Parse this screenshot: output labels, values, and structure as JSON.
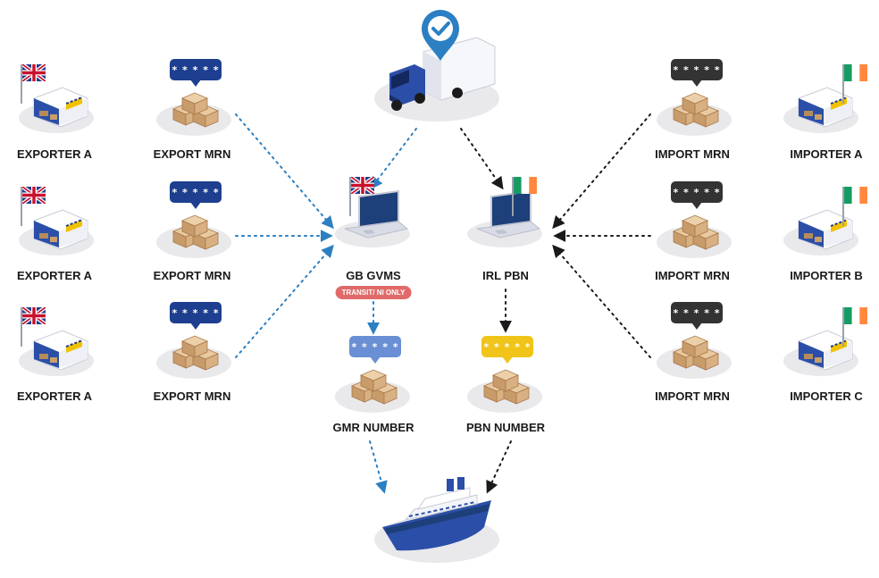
{
  "exporters": [
    {
      "label": "EXPORTER A"
    },
    {
      "label": "EXPORTER A"
    },
    {
      "label": "EXPORTER A"
    }
  ],
  "export_mrns": [
    {
      "label": "EXPORT MRN",
      "code": "*****"
    },
    {
      "label": "EXPORT MRN",
      "code": "*****"
    },
    {
      "label": "EXPORT MRN",
      "code": "*****"
    }
  ],
  "importers": [
    {
      "label": "IMPORTER A"
    },
    {
      "label": "IMPORTER B"
    },
    {
      "label": "IMPORTER C"
    }
  ],
  "import_mrns": [
    {
      "label": "IMPORT MRN",
      "code": "*****"
    },
    {
      "label": "IMPORT MRN",
      "code": "*****"
    },
    {
      "label": "IMPORT MRN",
      "code": "*****"
    }
  ],
  "gb_gvms": {
    "label": "GB GVMS",
    "badge": "TRANSIT/ NI ONLY"
  },
  "irl_pbn": {
    "label": "IRL PBN"
  },
  "gmr": {
    "label": "GMR NUMBER",
    "code": "*****"
  },
  "pbn": {
    "label": "PBN NUMBER",
    "code": "*****"
  },
  "colors": {
    "export_arrow": "#2b7fc2",
    "import_arrow": "#1a1a1a",
    "export_bubble": "#1e3f8f",
    "import_bubble": "#333333",
    "gmr_bubble": "#6a8fd4",
    "pbn_bubble": "#f0c419",
    "badge": "#e06a6a"
  },
  "icons": {
    "truck": "truck-icon",
    "check": "checkmark-pin-icon",
    "ship": "ship-icon",
    "laptop": "laptop-icon",
    "boxes": "boxes-icon",
    "warehouse": "warehouse-icon",
    "uk_flag": "uk-flag-icon",
    "ie_flag": "ireland-flag-icon"
  }
}
